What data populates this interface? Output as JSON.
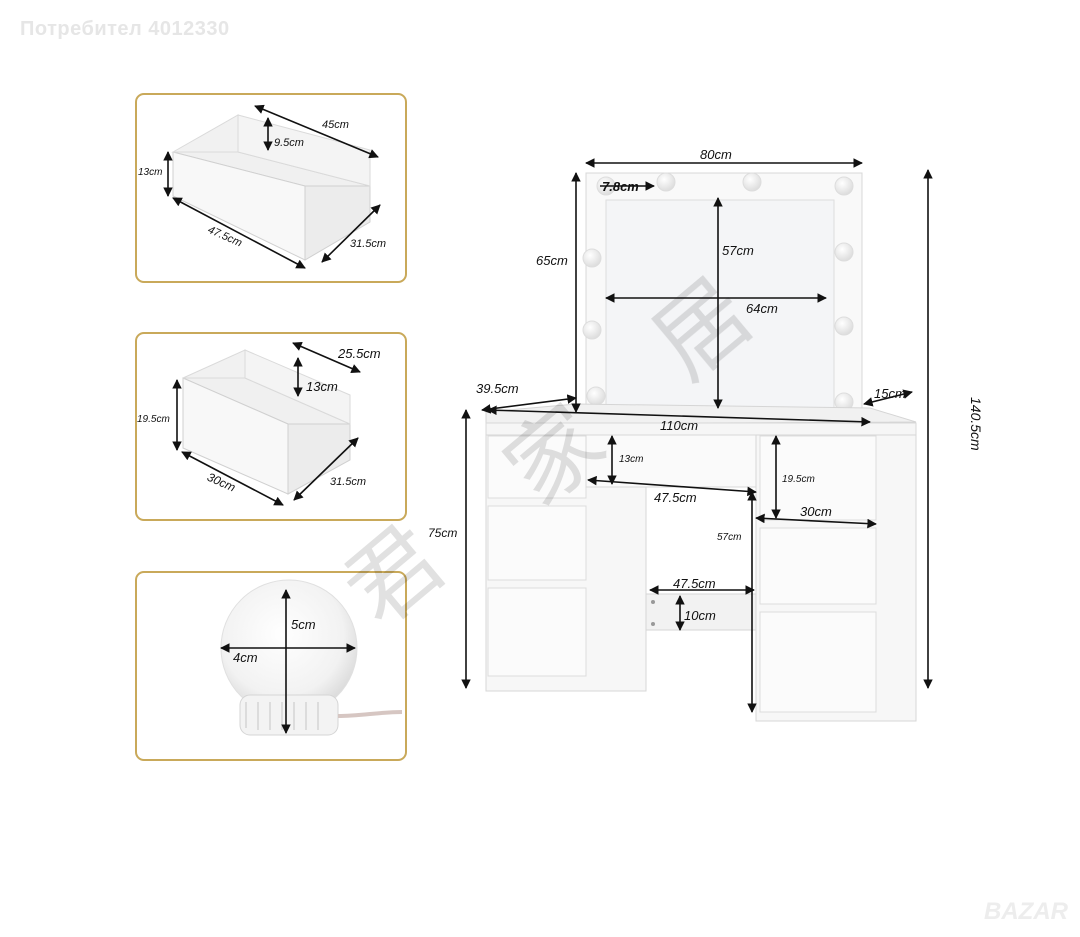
{
  "watermarks": {
    "top": "Потребител 4012330",
    "bottom": "BAZAR"
  },
  "panels": {
    "large_drawer": {
      "depth": "45cm",
      "inner_height": "9.5cm",
      "height": "13cm",
      "width": "47.5cm",
      "side": "31.5cm"
    },
    "small_drawer": {
      "depth": "25.5cm",
      "inner_height": "13cm",
      "height": "19.5cm",
      "width": "30cm",
      "side": "31.5cm"
    },
    "bulb": {
      "height": "5cm",
      "diameter": "4cm"
    }
  },
  "table": {
    "mirror_width": "80cm",
    "bulb_offset": "7.8cm",
    "mirror_height": "65cm",
    "glass_height": "57cm",
    "glass_width": "64cm",
    "total_height": "140.5cm",
    "top_depth": "39.5cm",
    "mirror_depth": "15cm",
    "top_width": "110cm",
    "center_drawer_height": "13cm",
    "right_drawer_height": "19.5cm",
    "center_drawer_width": "47.5cm",
    "right_drawer_width": "30cm",
    "table_height": "75cm",
    "knee_height": "57cm",
    "footrest_width": "47.5cm",
    "footrest_height": "10cm"
  },
  "colors": {
    "panel_border": "#c9a95a",
    "line": "#111111",
    "furniture": "#f7f7f7",
    "furniture_edge": "#d8d8d8"
  }
}
